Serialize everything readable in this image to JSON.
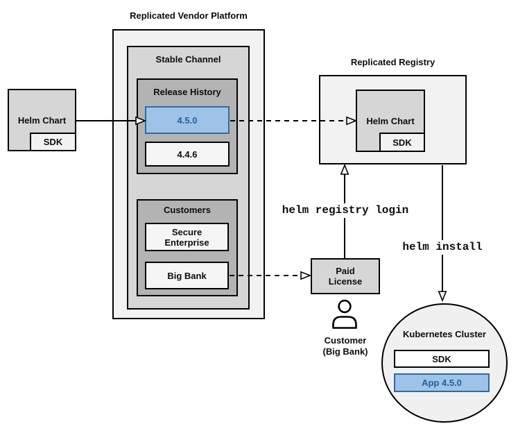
{
  "colors": {
    "accent_blue_fill": "#9fc3e7",
    "accent_blue_border": "#2d6ba3",
    "accent_blue_text": "#1f5f9e",
    "outer_box_fill": "#f2f2f2",
    "mid_gray_fill": "#d6d6d6",
    "dark_gray_fill": "#b3b3b3",
    "item_fill": "#f5f5f5",
    "border": "#000000"
  },
  "platform": {
    "title": "Replicated Vendor Platform",
    "stable_channel": {
      "title": "Stable Channel",
      "release_history": {
        "title": "Release History",
        "releases": [
          {
            "version": "4.5.0",
            "highlighted": true
          },
          {
            "version": "4.4.6",
            "highlighted": false
          }
        ]
      },
      "customers": {
        "title": "Customers",
        "items": [
          {
            "name": "Secure Enterprise"
          },
          {
            "name": "Big Bank"
          }
        ]
      }
    }
  },
  "source": {
    "helm_chart": "Helm Chart",
    "sdk": "SDK"
  },
  "registry": {
    "title": "Replicated Registry",
    "helm_chart": "Helm Chart",
    "sdk": "SDK"
  },
  "license": {
    "line1": "Paid",
    "line2": "License"
  },
  "customer": {
    "line1": "Customer",
    "line2": "(Big Bank)"
  },
  "cluster": {
    "title": "Kubernetes Cluster",
    "sdk": "SDK",
    "app": "App 4.5.0"
  },
  "commands": {
    "registry_login": "helm registry login",
    "install": "helm install"
  }
}
